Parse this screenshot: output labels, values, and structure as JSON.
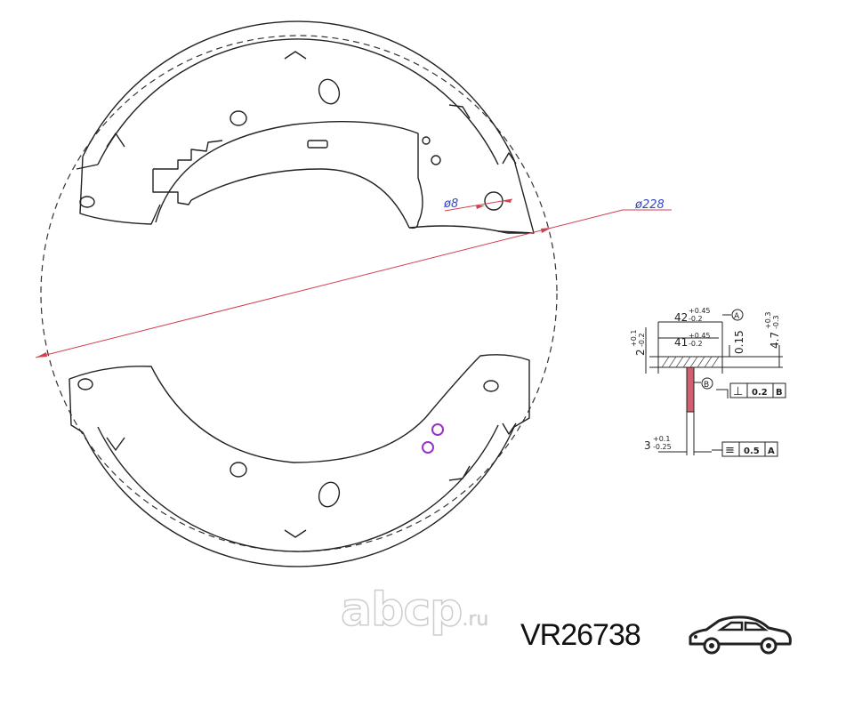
{
  "drawing": {
    "diameter_label": "ø228",
    "hole_label": "ø8",
    "colors": {
      "line": "#222222",
      "dimension": "#d04050",
      "label": "#3344cc",
      "hole_marker": "#9b30c8",
      "section_fill": "#d06070"
    }
  },
  "section": {
    "width_outer": "42",
    "width_outer_tol_upper": "+0.45",
    "width_outer_tol_lower": "-0.2",
    "width_inner": "41",
    "width_inner_tol_upper": "+0.45",
    "width_inner_tol_lower": "-0.2",
    "flange": "2",
    "flange_tol_upper": "+0.1",
    "flange_tol_lower": "-0.2",
    "small_dim": "0.15",
    "height": "4.7",
    "height_tol_upper": "+0.3",
    "height_tol_lower": "-0.3",
    "web": "3",
    "web_tol_upper": "+0.1",
    "web_tol_lower": "-0.25",
    "datum_a": "A",
    "datum_b": "B",
    "tol_perp_value": "0.2",
    "tol_perp_ref": "B",
    "tol_sym_value": "0.5",
    "tol_sym_ref": "A"
  },
  "branding": {
    "logo_text": "abcp",
    "logo_suffix": ".ru",
    "part_number": "VR26738",
    "car_icon": "sedan-car-icon"
  }
}
